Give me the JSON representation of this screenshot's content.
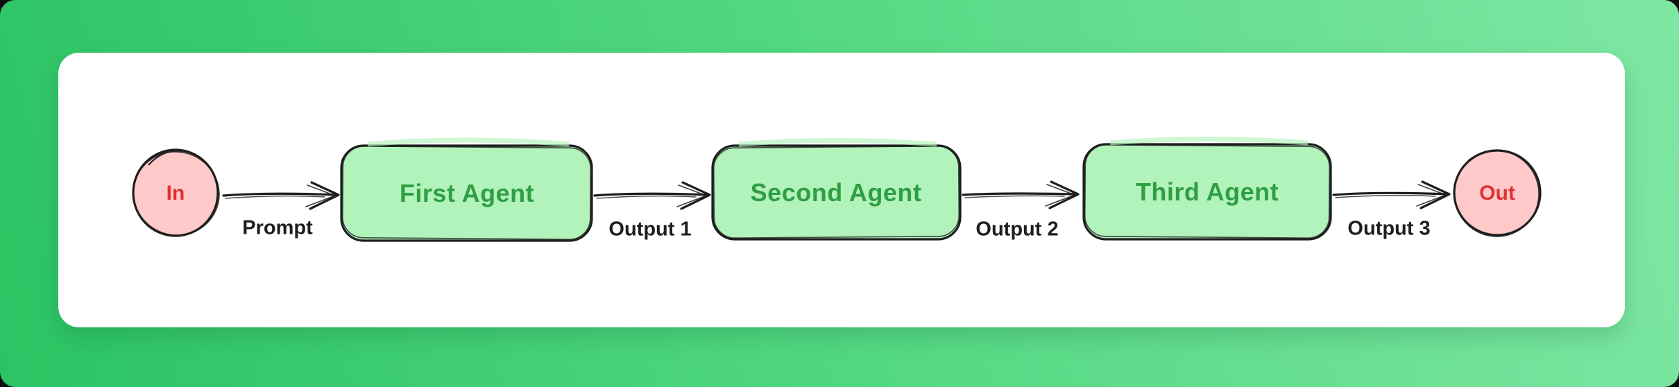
{
  "diagram": {
    "title": "agent-chain-flow",
    "nodes": [
      {
        "id": "in",
        "label": "In",
        "shape": "circle"
      },
      {
        "id": "first-agent",
        "label": "First Agent",
        "shape": "rounded-box"
      },
      {
        "id": "second-agent",
        "label": "Second Agent",
        "shape": "rounded-box"
      },
      {
        "id": "third-agent",
        "label": "Third Agent",
        "shape": "rounded-box"
      },
      {
        "id": "out",
        "label": "Out",
        "shape": "circle"
      }
    ],
    "edges": [
      {
        "from": "in",
        "to": "first-agent",
        "label": "Prompt"
      },
      {
        "from": "first-agent",
        "to": "second-agent",
        "label": "Output 1"
      },
      {
        "from": "second-agent",
        "to": "third-agent",
        "label": "Output 2"
      },
      {
        "from": "third-agent",
        "to": "out",
        "label": "Output 3"
      }
    ],
    "colors": {
      "background_gradient_start": "#2bc363",
      "background_gradient_end": "#7ee7a3",
      "card_background": "#ffffff",
      "agent_box_fill": "#b2f2bb",
      "agent_box_text": "#2f9e44",
      "terminal_circle_fill": "#ffc9c9",
      "terminal_circle_text": "#e03131",
      "sketch_stroke": "#1e1e1e",
      "edge_label_text": "#1e1e1e"
    }
  }
}
